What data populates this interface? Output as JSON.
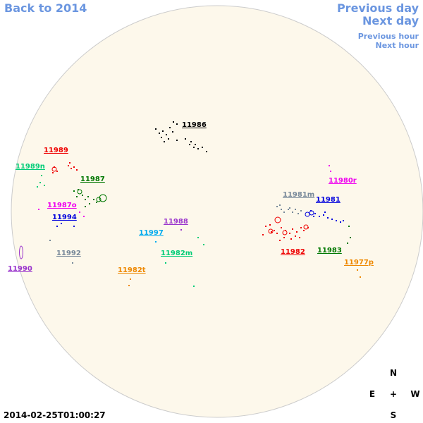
{
  "nav": {
    "back": "Back to 2014",
    "previous_day": "Previous day",
    "next_day": "Next day",
    "previous_hour": "Previous hour",
    "next_hour": "Next hour"
  },
  "timestamp": "2014-02-25T01:00:27",
  "compass": {
    "north": "N",
    "south": "S",
    "east": "E",
    "west": "W",
    "center": "+"
  },
  "colors": {
    "nav_link": "#6b96e0",
    "disk_fill": "#fdf8eb",
    "disk_stroke": "#cccccc"
  },
  "regions": [
    {
      "id": "11986",
      "label": "11986",
      "color": "#000000"
    },
    {
      "id": "11989",
      "label": "11989",
      "color": "#ee0000"
    },
    {
      "id": "11989n",
      "label": "11989n",
      "color": "#00cc77"
    },
    {
      "id": "11987",
      "label": "11987",
      "color": "#007700"
    },
    {
      "id": "11987o",
      "label": "11987o",
      "color": "#ee00ee"
    },
    {
      "id": "11994",
      "label": "11994",
      "color": "#0000dd"
    },
    {
      "id": "11988",
      "label": "11988",
      "color": "#9933cc"
    },
    {
      "id": "11997",
      "label": "11997",
      "color": "#00aaee"
    },
    {
      "id": "11992",
      "label": "11992",
      "color": "#778899"
    },
    {
      "id": "11990",
      "label": "11990",
      "color": "#9933cc"
    },
    {
      "id": "11982m",
      "label": "11982m",
      "color": "#00cc77"
    },
    {
      "id": "11982t",
      "label": "11982t",
      "color": "#ee8800"
    },
    {
      "id": "11981m",
      "label": "11981m",
      "color": "#778899"
    },
    {
      "id": "11981",
      "label": "11981",
      "color": "#0000dd"
    },
    {
      "id": "11980r",
      "label": "11980r",
      "color": "#ee00ee"
    },
    {
      "id": "11982",
      "label": "11982",
      "color": "#ee0000"
    },
    {
      "id": "11983",
      "label": "11983",
      "color": "#007700"
    },
    {
      "id": "11977p",
      "label": "11977p",
      "color": "#ee8800"
    }
  ]
}
